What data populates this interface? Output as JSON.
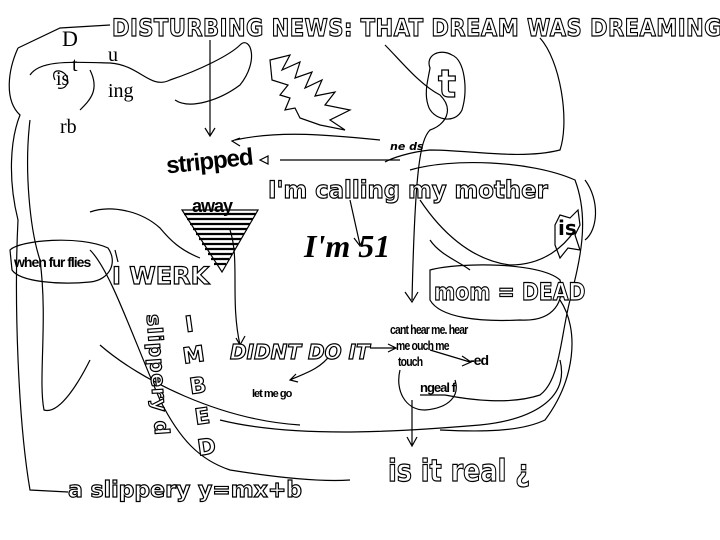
{
  "headline": "DISTURBING NEWS: THAT DREAM WAS DREAMING",
  "disturbing_split": [
    "D",
    "u",
    "is",
    "t",
    "ing",
    "rb"
  ],
  "big_t": "t",
  "needs": "ne ds",
  "stripped": "stripped",
  "away": "away",
  "calling": "I'm calling my mother",
  "is_badge": "is",
  "when_fur_flies": "when fur flies",
  "i_werk": "I WERK",
  "im_51": "I'm 51",
  "mom_dead": "mom = DEAD",
  "slippery_vertical": "slippery d",
  "imbed_vertical": "IMBED",
  "didnt_do_it": "DIDNT DO IT",
  "cant_hear_lines": [
    "cant hear me. hear",
    "me ouch me",
    "touch"
  ],
  "ed": "-ed",
  "ngeal_f": "ngeal f",
  "let_me_go": "let me go",
  "is_it_real": "is it real ¿",
  "slippery_equation": "a slippery y=mx+b",
  "colors": {
    "ink": "#000000",
    "paper": "#ffffff"
  }
}
